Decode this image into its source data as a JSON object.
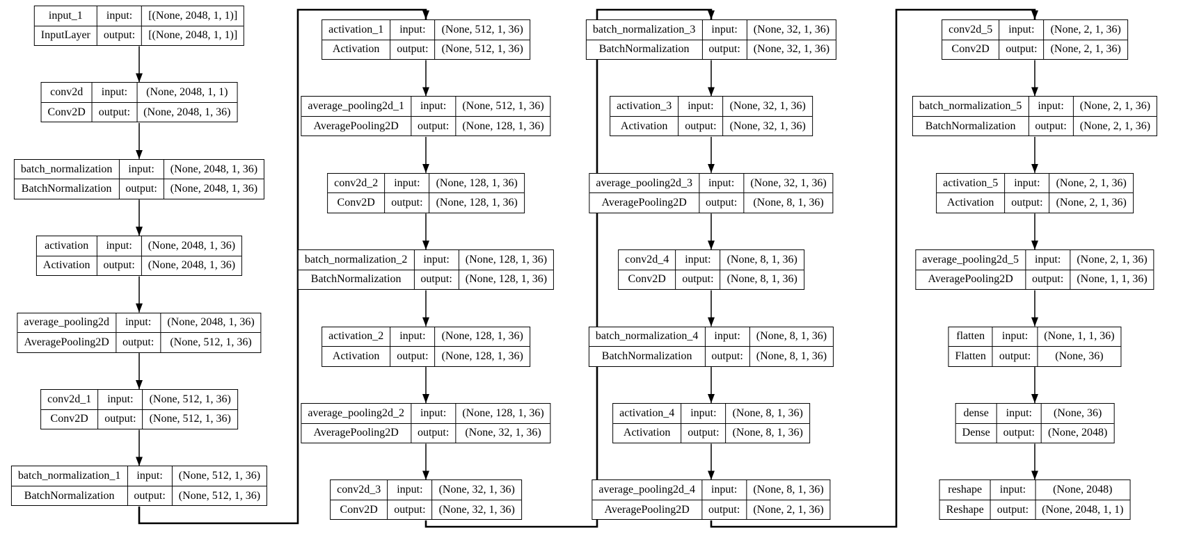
{
  "diagram": {
    "labels": {
      "input": "input:",
      "output": "output:"
    },
    "colors": {
      "background": "#ffffff",
      "border": "#000000",
      "edge": "#000000",
      "text": "#000000"
    },
    "columns": [
      {
        "nodes": [
          {
            "name": "input_1",
            "type": "InputLayer",
            "input": "[(None, 2048, 1, 1)]",
            "output": "[(None, 2048, 1, 1)]"
          },
          {
            "name": "conv2d",
            "type": "Conv2D",
            "input": "(None, 2048, 1, 1)",
            "output": "(None, 2048, 1, 36)"
          },
          {
            "name": "batch_normalization",
            "type": "BatchNormalization",
            "input": "(None, 2048, 1, 36)",
            "output": "(None, 2048, 1, 36)"
          },
          {
            "name": "activation",
            "type": "Activation",
            "input": "(None, 2048, 1, 36)",
            "output": "(None, 2048, 1, 36)"
          },
          {
            "name": "average_pooling2d",
            "type": "AveragePooling2D",
            "input": "(None, 2048, 1, 36)",
            "output": "(None, 512, 1, 36)"
          },
          {
            "name": "conv2d_1",
            "type": "Conv2D",
            "input": "(None, 512, 1, 36)",
            "output": "(None, 512, 1, 36)"
          },
          {
            "name": "batch_normalization_1",
            "type": "BatchNormalization",
            "input": "(None, 512, 1, 36)",
            "output": "(None, 512, 1, 36)"
          }
        ]
      },
      {
        "nodes": [
          {
            "name": "activation_1",
            "type": "Activation",
            "input": "(None, 512, 1, 36)",
            "output": "(None, 512, 1, 36)"
          },
          {
            "name": "average_pooling2d_1",
            "type": "AveragePooling2D",
            "input": "(None, 512, 1, 36)",
            "output": "(None, 128, 1, 36)"
          },
          {
            "name": "conv2d_2",
            "type": "Conv2D",
            "input": "(None, 128, 1, 36)",
            "output": "(None, 128, 1, 36)"
          },
          {
            "name": "batch_normalization_2",
            "type": "BatchNormalization",
            "input": "(None, 128, 1, 36)",
            "output": "(None, 128, 1, 36)"
          },
          {
            "name": "activation_2",
            "type": "Activation",
            "input": "(None, 128, 1, 36)",
            "output": "(None, 128, 1, 36)"
          },
          {
            "name": "average_pooling2d_2",
            "type": "AveragePooling2D",
            "input": "(None, 128, 1, 36)",
            "output": "(None, 32, 1, 36)"
          },
          {
            "name": "conv2d_3",
            "type": "Conv2D",
            "input": "(None, 32, 1, 36)",
            "output": "(None, 32, 1, 36)"
          }
        ]
      },
      {
        "nodes": [
          {
            "name": "batch_normalization_3",
            "type": "BatchNormalization",
            "input": "(None, 32, 1, 36)",
            "output": "(None, 32, 1, 36)"
          },
          {
            "name": "activation_3",
            "type": "Activation",
            "input": "(None, 32, 1, 36)",
            "output": "(None, 32, 1, 36)"
          },
          {
            "name": "average_pooling2d_3",
            "type": "AveragePooling2D",
            "input": "(None, 32, 1, 36)",
            "output": "(None, 8, 1, 36)"
          },
          {
            "name": "conv2d_4",
            "type": "Conv2D",
            "input": "(None, 8, 1, 36)",
            "output": "(None, 8, 1, 36)"
          },
          {
            "name": "batch_normalization_4",
            "type": "BatchNormalization",
            "input": "(None, 8, 1, 36)",
            "output": "(None, 8, 1, 36)"
          },
          {
            "name": "activation_4",
            "type": "Activation",
            "input": "(None, 8, 1, 36)",
            "output": "(None, 8, 1, 36)"
          },
          {
            "name": "average_pooling2d_4",
            "type": "AveragePooling2D",
            "input": "(None, 8, 1, 36)",
            "output": "(None, 2, 1, 36)"
          }
        ]
      },
      {
        "nodes": [
          {
            "name": "conv2d_5",
            "type": "Conv2D",
            "input": "(None, 2, 1, 36)",
            "output": "(None, 2, 1, 36)"
          },
          {
            "name": "batch_normalization_5",
            "type": "BatchNormalization",
            "input": "(None, 2, 1, 36)",
            "output": "(None, 2, 1, 36)"
          },
          {
            "name": "activation_5",
            "type": "Activation",
            "input": "(None, 2, 1, 36)",
            "output": "(None, 2, 1, 36)"
          },
          {
            "name": "average_pooling2d_5",
            "type": "AveragePooling2D",
            "input": "(None, 2, 1, 36)",
            "output": "(None, 1, 1, 36)"
          },
          {
            "name": "flatten",
            "type": "Flatten",
            "input": "(None, 1, 1, 36)",
            "output": "(None, 36)"
          },
          {
            "name": "dense",
            "type": "Dense",
            "input": "(None, 36)",
            "output": "(None, 2048)"
          },
          {
            "name": "reshape",
            "type": "Reshape",
            "input": "(None, 2048)",
            "output": "(None, 2048, 1, 1)"
          }
        ]
      }
    ],
    "wrap_edges": [
      {
        "from": "batch_normalization_1",
        "to": "activation_1"
      },
      {
        "from": "conv2d_3",
        "to": "batch_normalization_3"
      },
      {
        "from": "average_pooling2d_4",
        "to": "conv2d_5"
      }
    ]
  }
}
